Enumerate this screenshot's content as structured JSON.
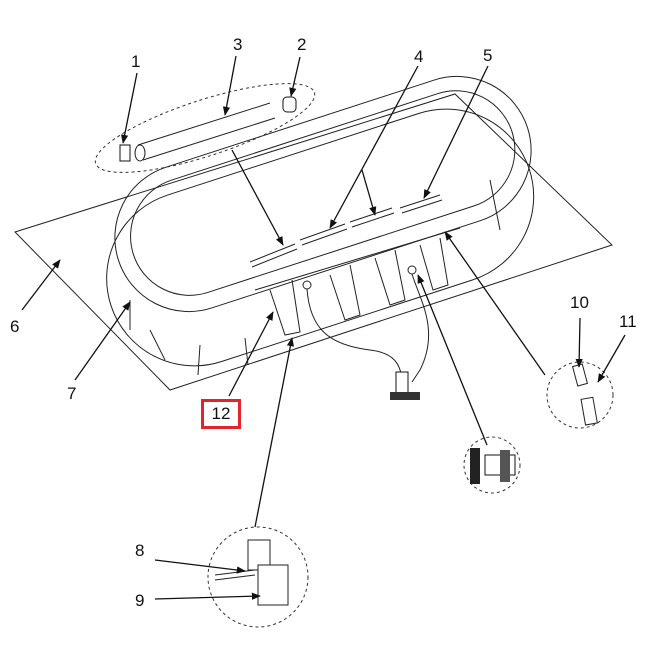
{
  "diagram": {
    "labels": [
      "1",
      "2",
      "3",
      "4",
      "5",
      "6",
      "7",
      "8",
      "9",
      "10",
      "11",
      "12"
    ],
    "highlighted_label": "12",
    "highlight_color": "#e0252c"
  }
}
